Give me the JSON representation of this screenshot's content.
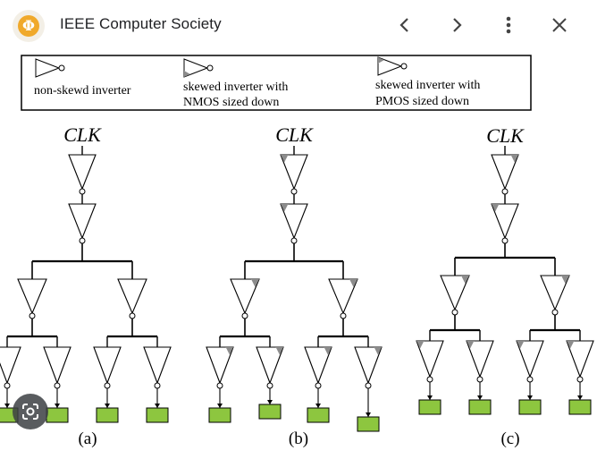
{
  "header": {
    "logo_glyph": "Φ",
    "title": "IEEE Computer Society",
    "icons": [
      "chevron-left-icon",
      "chevron-right-icon",
      "more-vert-icon",
      "close-icon"
    ]
  },
  "legend": {
    "items": [
      {
        "line1": "non-skewd inverter",
        "line2": ""
      },
      {
        "line1": "skewed inverter with",
        "line2": "NMOS sized down"
      },
      {
        "line1": "skewed inverter with",
        "line2": "PMOS sized down"
      }
    ]
  },
  "diagrams": [
    {
      "clk": "CLK",
      "caption": "(a)"
    },
    {
      "clk": "CLK",
      "caption": "(b)"
    },
    {
      "clk": "CLK",
      "caption": "(c)"
    }
  ],
  "colors": {
    "load": "#8dc63f",
    "shade": "#8c8c8c",
    "logo": "#f0a92b"
  },
  "lens_icon": "google-lens-icon"
}
